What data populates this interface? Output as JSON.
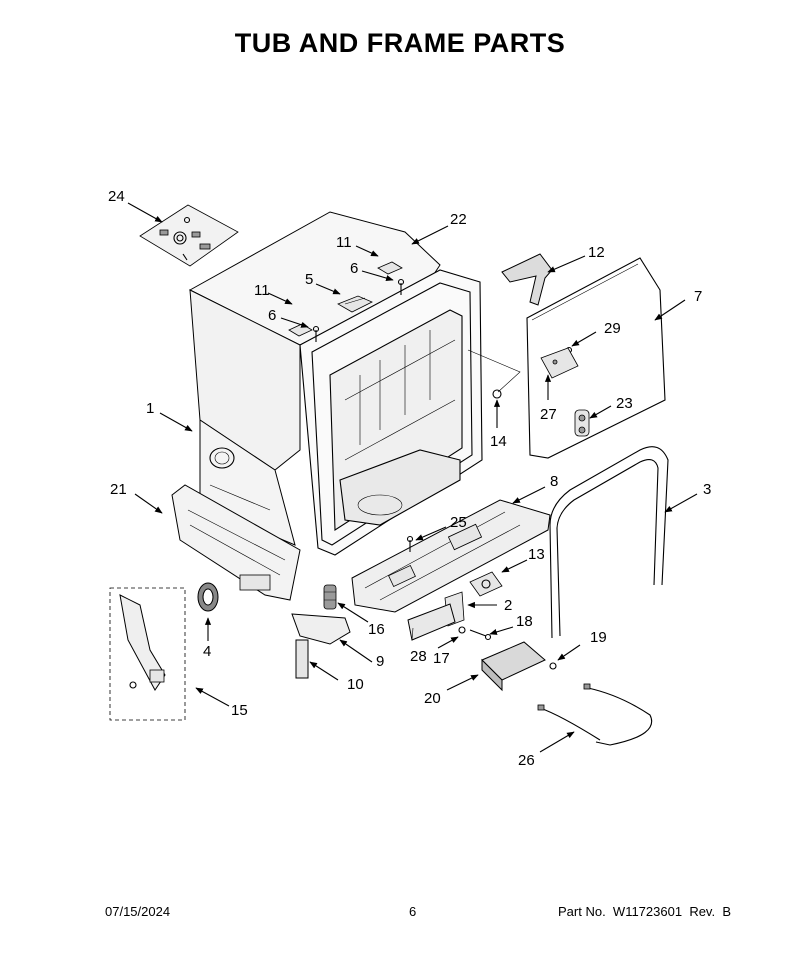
{
  "title": "TUB AND FRAME PARTS",
  "footer": {
    "date": "07/15/2024",
    "page": "6",
    "part_no_label": "Part No.",
    "part_no": "W11723601",
    "rev_label": "Rev.",
    "rev": "B"
  },
  "callouts": {
    "c1": "1",
    "c2": "2",
    "c3": "3",
    "c4": "4",
    "c5": "5",
    "c6a": "6",
    "c6b": "6",
    "c7": "7",
    "c8": "8",
    "c9": "9",
    "c10": "10",
    "c11a": "11",
    "c11b": "11",
    "c12": "12",
    "c13": "13",
    "c14": "14",
    "c15": "15",
    "c16": "16",
    "c17": "17",
    "c18": "18",
    "c19": "19",
    "c20": "20",
    "c21": "21",
    "c22": "22",
    "c23": "23",
    "c24": "24",
    "c25": "25",
    "c26": "26",
    "c27": "27",
    "c28": "28",
    "c29": "29"
  }
}
